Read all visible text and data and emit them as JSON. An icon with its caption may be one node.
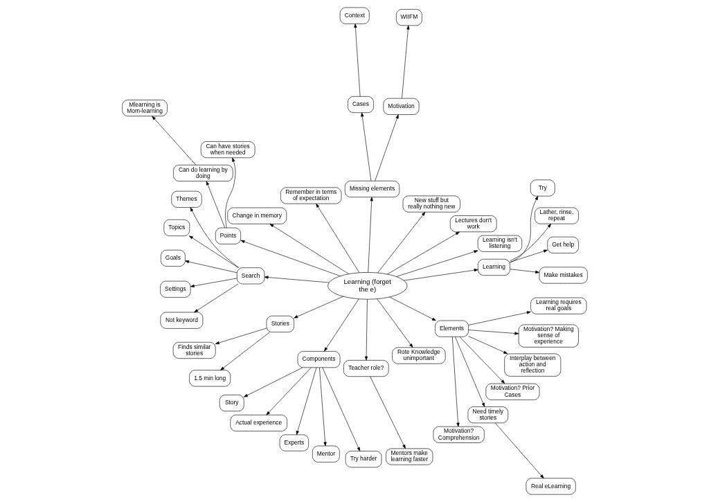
{
  "diagram": {
    "nodes": [
      {
        "text": [
          "Learning (forget the e)"
        ]
      },
      {
        "text": [
          "Learning"
        ]
      },
      {
        "text": [
          "Make mistakes"
        ]
      },
      {
        "text": [
          "Get help"
        ]
      },
      {
        "text": [
          "Lather, rinse, repeat"
        ]
      },
      {
        "text": [
          "Try"
        ]
      },
      {
        "text": [
          "Learning isn't listening"
        ]
      },
      {
        "text": [
          "Lectures don't work"
        ]
      },
      {
        "text": [
          "New stuff but really nothing new"
        ]
      },
      {
        "text": [
          "Missing elements"
        ]
      },
      {
        "text": [
          "Motivation"
        ]
      },
      {
        "text": [
          "WIIFM"
        ]
      },
      {
        "text": [
          "Cases"
        ]
      },
      {
        "text": [
          "Context"
        ]
      },
      {
        "text": [
          "Remember in terms of expectation"
        ]
      },
      {
        "text": [
          "Change in memory"
        ]
      },
      {
        "text": [
          "Points"
        ]
      },
      {
        "text": [
          "Can have stories when needed"
        ]
      },
      {
        "text": [
          "Can do learning by doing"
        ]
      },
      {
        "text": [
          "Mlearning is Mom-learning"
        ]
      },
      {
        "text": [
          "Search"
        ]
      },
      {
        "text": [
          "Themes"
        ]
      },
      {
        "text": [
          "Topics"
        ]
      },
      {
        "text": [
          "Goals"
        ]
      },
      {
        "text": [
          "Settings"
        ]
      },
      {
        "text": [
          "Not keyword"
        ]
      },
      {
        "text": [
          "Stories"
        ]
      },
      {
        "text": [
          "Finds similar stories"
        ]
      },
      {
        "text": [
          "1.5 min long"
        ]
      },
      {
        "text": [
          "Components"
        ]
      },
      {
        "text": [
          "Story"
        ]
      },
      {
        "text": [
          "Actual experience"
        ]
      },
      {
        "text": [
          "Experts"
        ]
      },
      {
        "text": [
          "Mentor"
        ]
      },
      {
        "text": [
          "Try harder"
        ]
      },
      {
        "text": [
          "Teacher role?"
        ]
      },
      {
        "text": [
          "Mentors make learning faster"
        ]
      },
      {
        "text": [
          "Rote Knowledge unimportant"
        ]
      },
      {
        "text": [
          "Elements"
        ]
      },
      {
        "text": [
          "Motivation? Comprehension"
        ]
      },
      {
        "text": [
          "Need timely stories"
        ]
      },
      {
        "text": [
          "Real eLearning"
        ]
      },
      {
        "text": [
          "Motivation? Prior Cases"
        ]
      },
      {
        "text": [
          "Interplay between action and reflection"
        ]
      },
      {
        "text": [
          "Motivation? Making sense of experience"
        ]
      },
      {
        "text": [
          "Learning requires real goals"
        ]
      }
    ],
    "edges": [
      {
        "from": 0,
        "to": 1,
        "arrow": "to"
      },
      {
        "from": 1,
        "to": 2,
        "arrow": "to"
      },
      {
        "from": 1,
        "to": 3,
        "arrow": "to"
      },
      {
        "from": 1,
        "to": 4,
        "arrow": "to"
      },
      {
        "from": 1,
        "to": 5,
        "arrow": "to"
      },
      {
        "from": 0,
        "to": 6,
        "arrow": "to"
      },
      {
        "from": 0,
        "to": 7,
        "arrow": "to"
      },
      {
        "from": 0,
        "to": 8,
        "arrow": "to"
      },
      {
        "from": 0,
        "to": 9,
        "arrow": "to"
      },
      {
        "from": 9,
        "to": 10,
        "arrow": "to"
      },
      {
        "from": 10,
        "to": 11,
        "arrow": "to"
      },
      {
        "from": 9,
        "to": 12,
        "arrow": "to"
      },
      {
        "from": 12,
        "to": 13,
        "arrow": "to"
      },
      {
        "from": 0,
        "to": 14,
        "arrow": "to"
      },
      {
        "from": 0,
        "to": 15,
        "arrow": "to"
      },
      {
        "from": 0,
        "to": 16,
        "arrow": "to"
      },
      {
        "from": 16,
        "to": 17,
        "arrow": "to"
      },
      {
        "from": 16,
        "to": 18,
        "arrow": "to"
      },
      {
        "from": 18,
        "to": 19,
        "arrow": "to"
      },
      {
        "from": 0,
        "to": 20,
        "arrow": "to"
      },
      {
        "from": 20,
        "to": 21,
        "arrow": "to"
      },
      {
        "from": 20,
        "to": 22,
        "arrow": "to"
      },
      {
        "from": 20,
        "to": 23,
        "arrow": "to"
      },
      {
        "from": 20,
        "to": 24,
        "arrow": "to"
      },
      {
        "from": 20,
        "to": 25,
        "arrow": "to"
      },
      {
        "from": 0,
        "to": 26,
        "arrow": "to"
      },
      {
        "from": 26,
        "to": 27,
        "arrow": "to"
      },
      {
        "from": 26,
        "to": 28,
        "arrow": "to"
      },
      {
        "from": 0,
        "to": 29,
        "arrow": "to"
      },
      {
        "from": 29,
        "to": 30,
        "arrow": "to"
      },
      {
        "from": 29,
        "to": 31,
        "arrow": "to"
      },
      {
        "from": 29,
        "to": 32,
        "arrow": "to"
      },
      {
        "from": 29,
        "to": 33,
        "arrow": "to"
      },
      {
        "from": 29,
        "to": 34,
        "arrow": "to"
      },
      {
        "from": 0,
        "to": 35,
        "arrow": "to"
      },
      {
        "from": 35,
        "to": 36,
        "arrow": "to"
      },
      {
        "from": 0,
        "to": 37,
        "arrow": "to"
      },
      {
        "from": 0,
        "to": 38,
        "arrow": "to"
      },
      {
        "from": 38,
        "to": 39,
        "arrow": "to"
      },
      {
        "from": 38,
        "to": 40,
        "arrow": "to"
      },
      {
        "from": 40,
        "to": 41,
        "arrow": "to"
      },
      {
        "from": 38,
        "to": 42,
        "arrow": "to"
      },
      {
        "from": 38,
        "to": 43,
        "arrow": "to"
      },
      {
        "from": 38,
        "to": 44,
        "arrow": "to"
      },
      {
        "from": 38,
        "to": 45,
        "arrow": "to"
      }
    ]
  }
}
